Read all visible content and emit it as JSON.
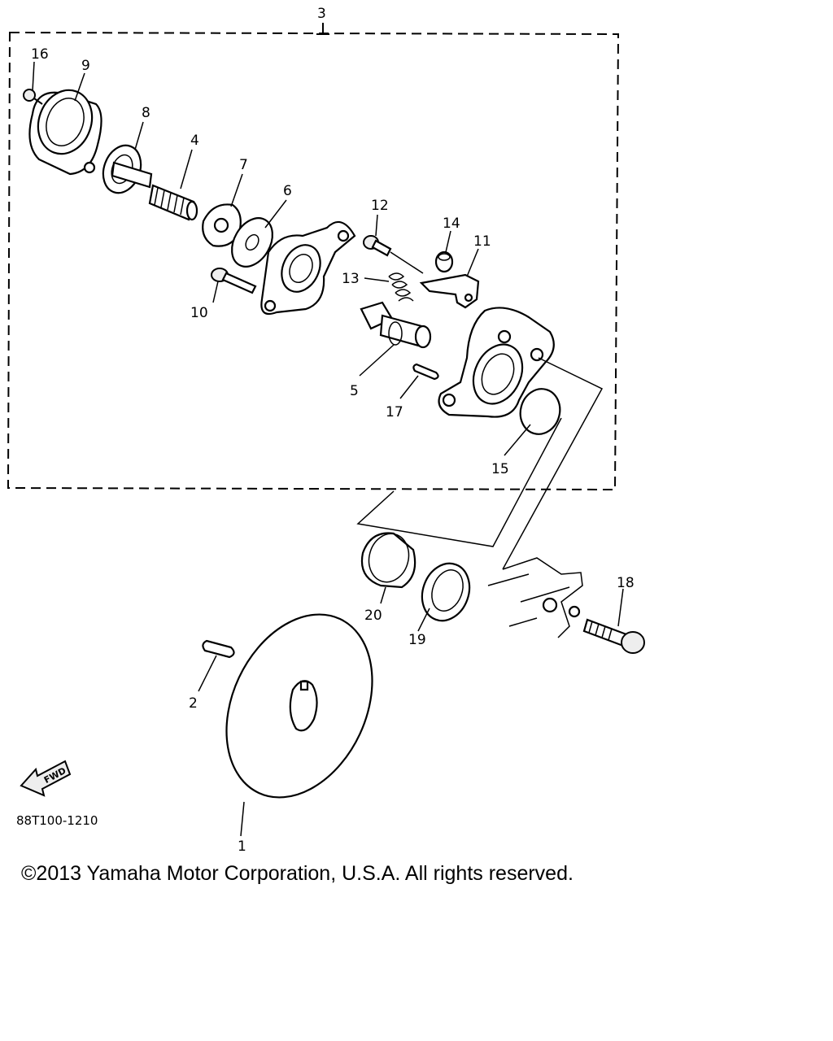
{
  "diagram": {
    "callouts": {
      "c1": "1",
      "c2": "2",
      "c3": "3",
      "c4": "4",
      "c5": "5",
      "c6": "6",
      "c7": "7",
      "c8": "8",
      "c9": "9",
      "c10": "10",
      "c11": "11",
      "c12": "12",
      "c13": "13",
      "c14": "14",
      "c15": "15",
      "c16": "16",
      "c17": "17",
      "c18": "18",
      "c19": "19",
      "c20": "20"
    },
    "fwd_label": "FWD",
    "drawing_code": "88T100-1210"
  },
  "footer": {
    "copyright": "©2013 Yamaha Motor Corporation, U.S.A. All rights reserved."
  }
}
